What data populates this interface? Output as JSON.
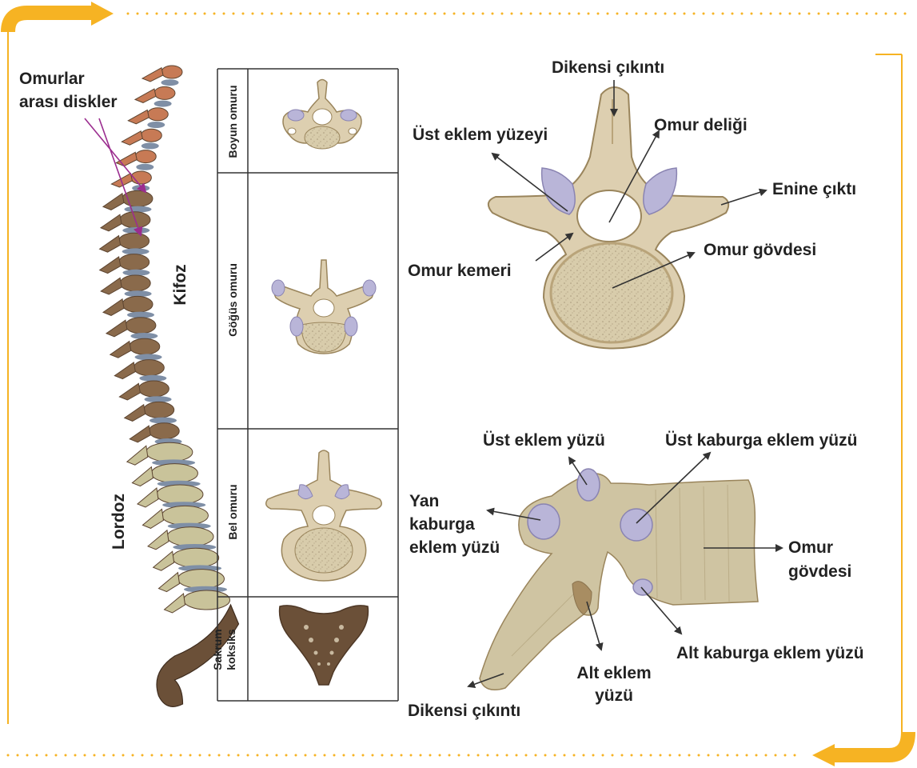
{
  "colors": {
    "frame": "#f6b323",
    "label_purple": "#9b2d8f",
    "bone": "#ddcfb0",
    "bone_dark": "#b9a47a",
    "body_speckle": "#c9bb9a",
    "facet": "#b9b5d8",
    "disc": "#7f8fa6",
    "cervical": "#c77a55",
    "thoracic": "#8a6a4b",
    "lumbar": "#c9c39a",
    "sacrum": "#6b5038"
  },
  "spine": {
    "disc_label": [
      "Omurlar",
      "arası diskler"
    ],
    "kyphosis_label": "Kifoz",
    "lordosis_label": "Lordoz"
  },
  "panels": {
    "cervical": "Boyun omuru",
    "thoracic": "Göğüs omuru",
    "lumbar": "Bel omuru",
    "sacral": [
      "Sakrum",
      "koksiks"
    ]
  },
  "top_view": {
    "spinous": "Dikensi çıkıntı",
    "superior_facet": "Üst eklem yüzeyi",
    "foramen": "Omur deliği",
    "transverse": "Enine çıktı",
    "lamina": "Omur kemeri",
    "body": "Omur gövdesi"
  },
  "side_view": {
    "superior_facet": "Üst eklem yüzü",
    "superior_costal": "Üst kaburga eklem yüzü",
    "transverse_costal": [
      "Yan",
      "kaburga",
      "eklem yüzü"
    ],
    "body": [
      "Omur",
      "gövdesi"
    ],
    "inferior_costal": "Alt kaburga eklem yüzü",
    "inferior_facet": [
      "Alt eklem",
      "yüzü"
    ],
    "spinous": "Dikensi çıkıntı"
  }
}
